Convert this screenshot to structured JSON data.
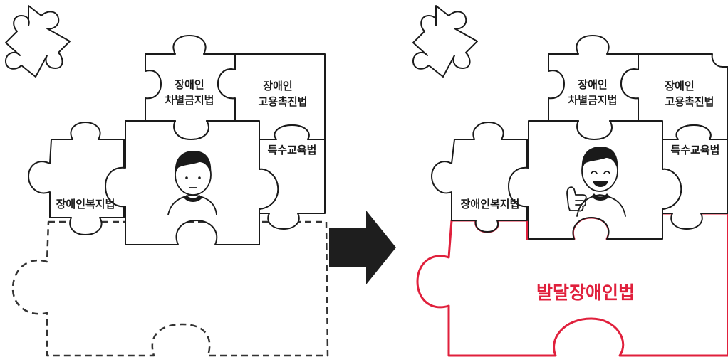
{
  "before": {
    "labels": {
      "discrimination_law_line1": "장애인",
      "discrimination_law_line2": "차별금지법",
      "employment_law_line1": "장애인",
      "employment_law_line2": "고용촉진법",
      "special_education_law": "특수교육법",
      "welfare_law": "장애인복지법"
    },
    "person_expression": "neutral",
    "missing_piece_style": "dashed"
  },
  "after": {
    "labels": {
      "discrimination_law_line1": "장애인",
      "discrimination_law_line2": "차별금지법",
      "employment_law_line1": "장애인",
      "employment_law_line2": "고용촉진법",
      "special_education_law": "특수교육법",
      "welfare_law": "장애인복지법"
    },
    "person_expression": "smiling-thumbs-up",
    "new_piece_label": "발달장애인법",
    "new_piece_style": "solid"
  },
  "colors": {
    "outline": "#1a1a1a",
    "arrow": "#1e1e1e",
    "accent_red": "#e0203c"
  },
  "icons": {
    "transition": "arrow-right-icon",
    "stray_piece": "puzzle-piece-icon"
  }
}
